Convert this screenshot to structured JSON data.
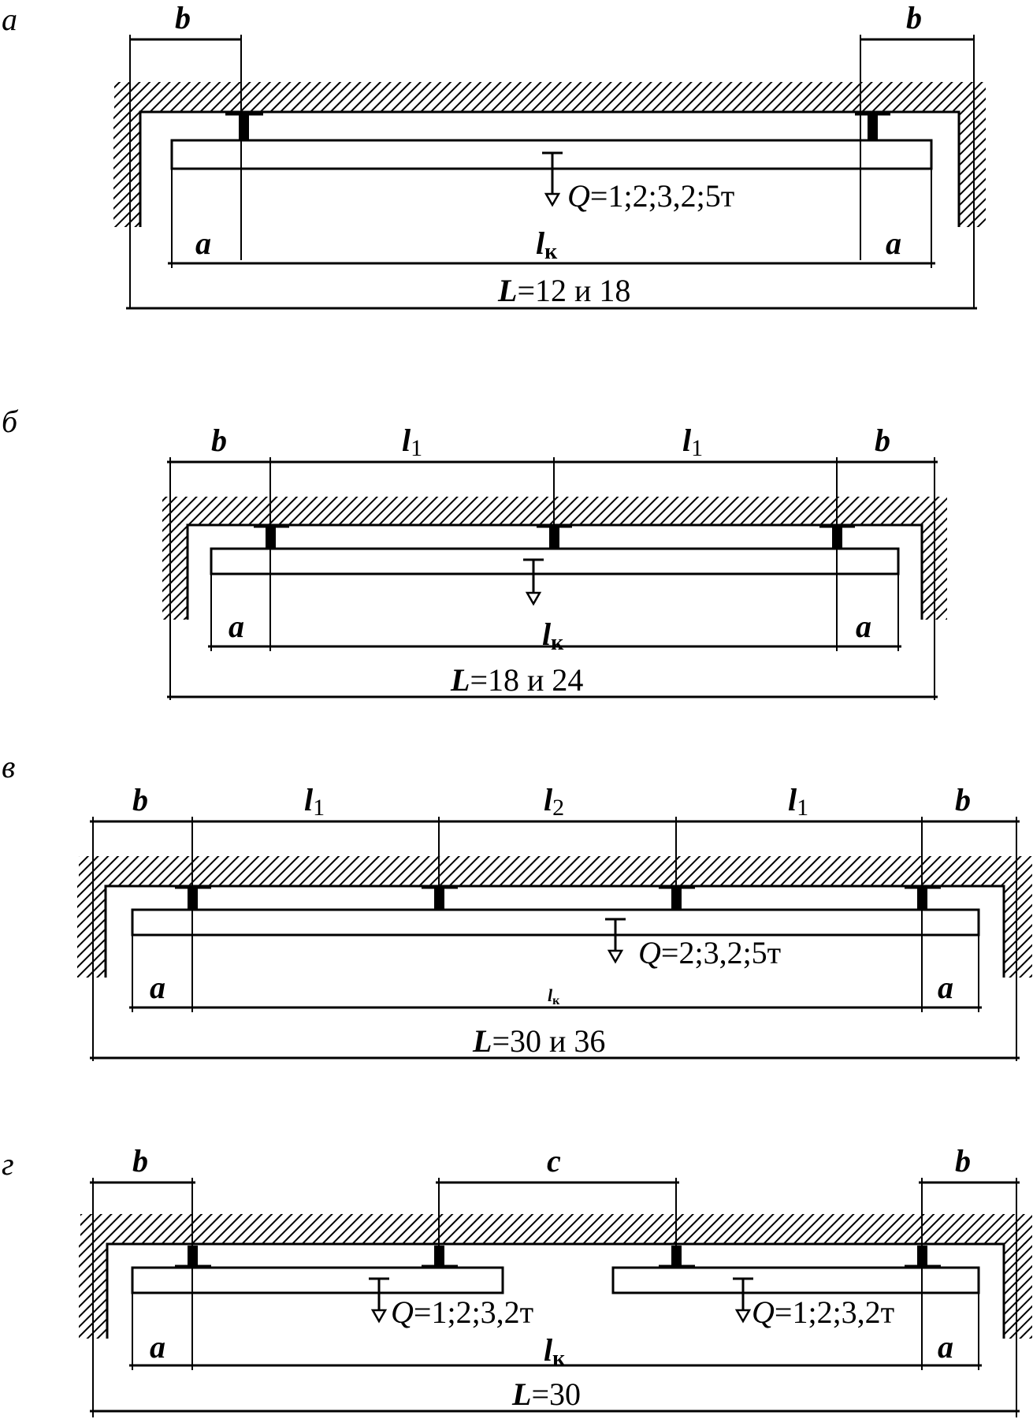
{
  "panels": [
    {
      "letter": "а",
      "dim_b": "b",
      "dim_a": "a",
      "lk": "l",
      "lk_sub": "к",
      "load_prefix": "Q",
      "load_text": "=1;2;3,2;5т",
      "span_prefix": "L",
      "span_text": "=12 и 18"
    },
    {
      "letter": "б",
      "dim_b": "b",
      "dim_a": "a",
      "l1": "l",
      "l1_sub": "1",
      "lk": "l",
      "lk_sub": "к",
      "span_prefix": "L",
      "span_text": "=18 и 24"
    },
    {
      "letter": "в",
      "dim_b": "b",
      "dim_a": "a",
      "l1": "l",
      "l1_sub": "1",
      "l2_sub": "2",
      "lk": "l",
      "lk_sub": "к",
      "load_prefix": "Q",
      "load_text": "=2;3,2;5т",
      "span_prefix": "L",
      "span_text": "=30 и 36"
    },
    {
      "letter": "г",
      "dim_b": "b",
      "dim_a": "a",
      "dim_c": "c",
      "lk": "l",
      "lk_sub": "к",
      "load_prefix": "Q",
      "load_text": "=1;2;3,2т",
      "span_prefix": "L",
      "span_text": "=30"
    }
  ]
}
